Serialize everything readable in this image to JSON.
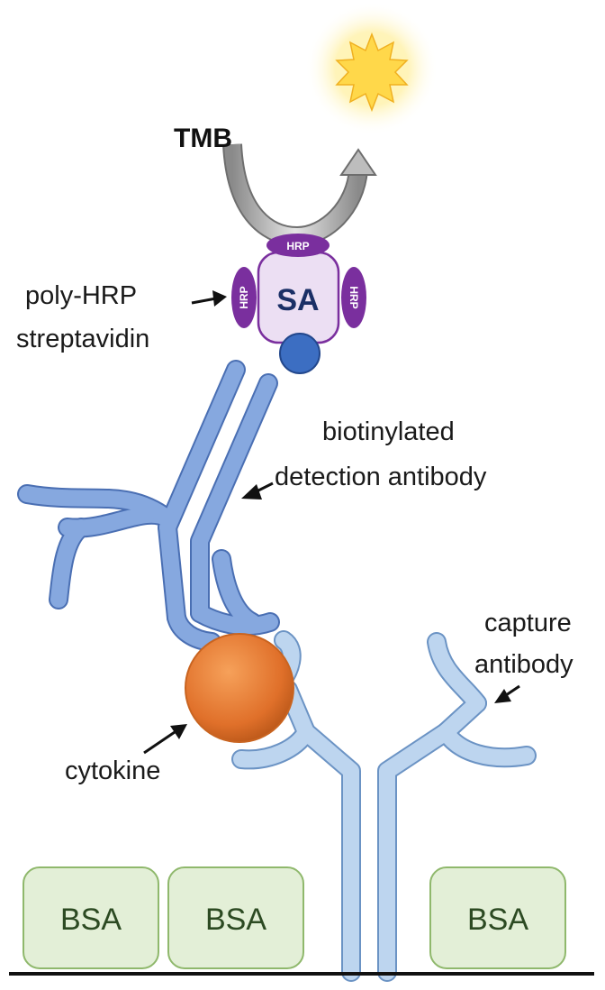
{
  "labels": {
    "tmb": "TMB",
    "poly_hrp_line1": "poly-HRP",
    "poly_hrp_line2": "streptavidin",
    "biotinylated_line1": "biotinylated",
    "biotinylated_line2": "detection antibody",
    "capture_line1": "capture",
    "capture_line2": "antibody",
    "cytokine": "cytokine",
    "sa": "SA",
    "hrp": "HRP",
    "bsa": "BSA"
  },
  "colors": {
    "antibody_detection": "#7f9fd6",
    "antibody_capture": "#b9d3ec",
    "cytokine": "#e07a2e",
    "streptavidin_fill": "#ecdff3",
    "hrp": "#7a2f9e",
    "biotin": "#3c6ec2",
    "bsa_fill": "#e3efd7",
    "bsa_stroke": "#8fb86c",
    "sun": "#ffd84a"
  }
}
